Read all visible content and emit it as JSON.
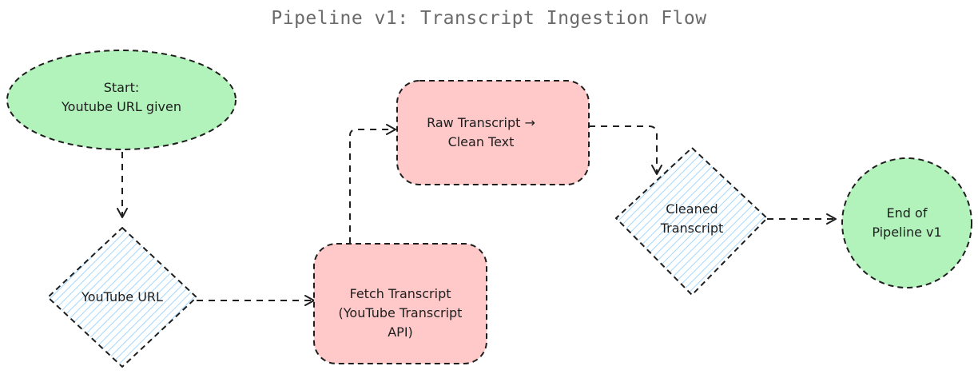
{
  "title": "Pipeline v1: Transcript Ingestion Flow",
  "colors": {
    "start_end_fill": "#b2f2bb",
    "process_fill": "#ffc9c9",
    "decision_hatch": "#a5d8ff",
    "stroke": "#1e1e1e",
    "title_text": "#6a6a6a"
  },
  "nodes": {
    "start": {
      "shape": "ellipse",
      "line1": "Start:",
      "line2": "Youtube URL given"
    },
    "youtube_url": {
      "shape": "diamond",
      "line1": "YouTube URL"
    },
    "fetch": {
      "shape": "rounded-rect",
      "line1": "Fetch Transcript",
      "line2": "(YouTube Transcript",
      "line3": "API)"
    },
    "clean": {
      "shape": "rounded-rect",
      "line1": "Raw Transcript →",
      "line2": "Clean Text"
    },
    "cleaned": {
      "shape": "diamond",
      "line1": "Cleaned",
      "line2": "Transcript"
    },
    "end": {
      "shape": "circle",
      "line1": "End of",
      "line2": "Pipeline v1"
    }
  },
  "edges": [
    {
      "from": "start",
      "to": "youtube_url",
      "style": "dashed"
    },
    {
      "from": "youtube_url",
      "to": "fetch",
      "style": "dashed"
    },
    {
      "from": "fetch",
      "to": "clean",
      "style": "dashed"
    },
    {
      "from": "clean",
      "to": "cleaned",
      "style": "dashed"
    },
    {
      "from": "cleaned",
      "to": "end",
      "style": "dashed"
    }
  ]
}
